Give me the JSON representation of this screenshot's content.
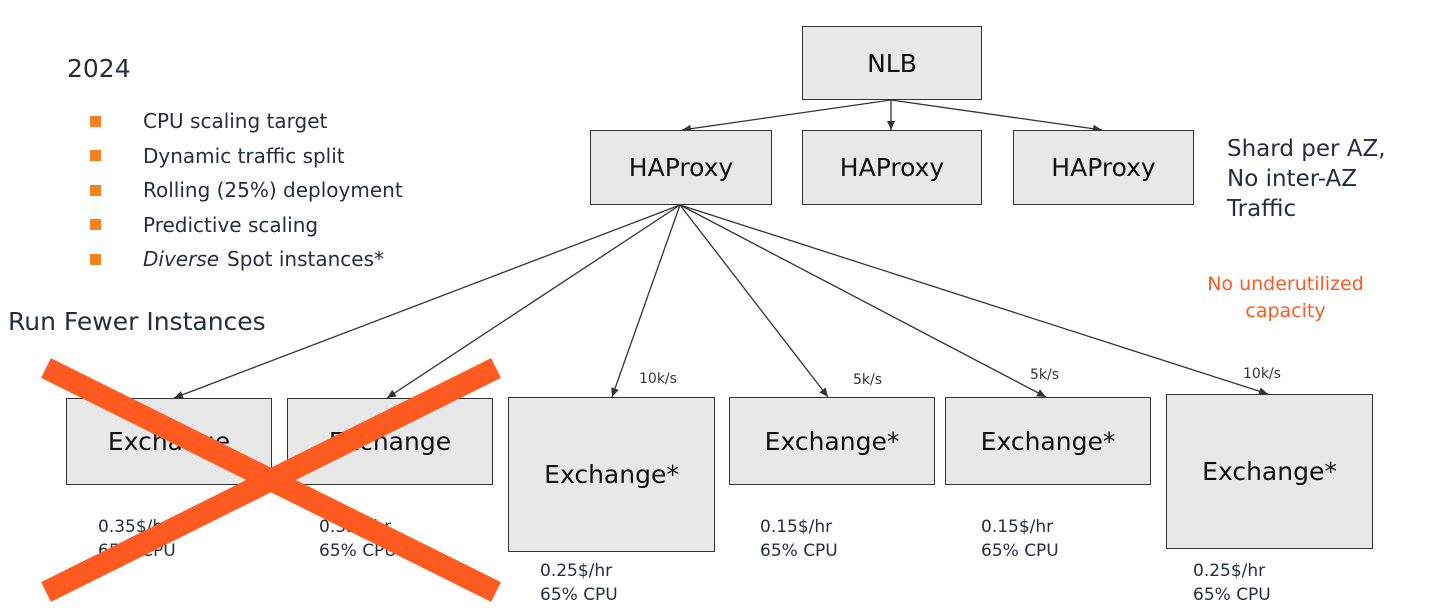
{
  "year": "2024",
  "bullets": [
    {
      "text": "CPU scaling target",
      "emphasis": ""
    },
    {
      "text": "Dynamic traffic split",
      "emphasis": ""
    },
    {
      "text": "Rolling (25%) deployment",
      "emphasis": ""
    },
    {
      "text": "Predictive scaling",
      "emphasis": ""
    },
    {
      "text": "Spot instances*",
      "emphasis": "Diverse"
    }
  ],
  "section_title": "Run Fewer Instances",
  "load_balancer": {
    "label": "NLB"
  },
  "proxies": [
    "HAProxy",
    "HAProxy",
    "HAProxy"
  ],
  "side_note": [
    "Shard per AZ,",
    "No inter-AZ",
    "Traffic"
  ],
  "warning": [
    "No underutilized",
    "capacity"
  ],
  "exchanges": [
    {
      "label": "Exchange",
      "price": "0.35$/hr",
      "cpu": "65% CPU",
      "rate": "",
      "removed": true
    },
    {
      "label": "Exchange",
      "price": "0.35$/hr",
      "cpu": "65% CPU",
      "rate": "",
      "removed": true
    },
    {
      "label": "Exchange*",
      "price": "0.25$/hr",
      "cpu": "65% CPU",
      "rate": "10k/s",
      "removed": false
    },
    {
      "label": "Exchange*",
      "price": "0.15$/hr",
      "cpu": "65% CPU",
      "rate": "5k/s",
      "removed": false
    },
    {
      "label": "Exchange*",
      "price": "0.15$/hr",
      "cpu": "65% CPU",
      "rate": "5k/s",
      "removed": false
    },
    {
      "label": "Exchange*",
      "price": "0.25$/hr",
      "cpu": "65% CPU",
      "rate": "10k/s",
      "removed": false
    }
  ],
  "colors": {
    "accent": "#f5821f",
    "strike": "#ff5a1f",
    "box_fill": "#e8e8e8",
    "text": "#232f3e"
  }
}
